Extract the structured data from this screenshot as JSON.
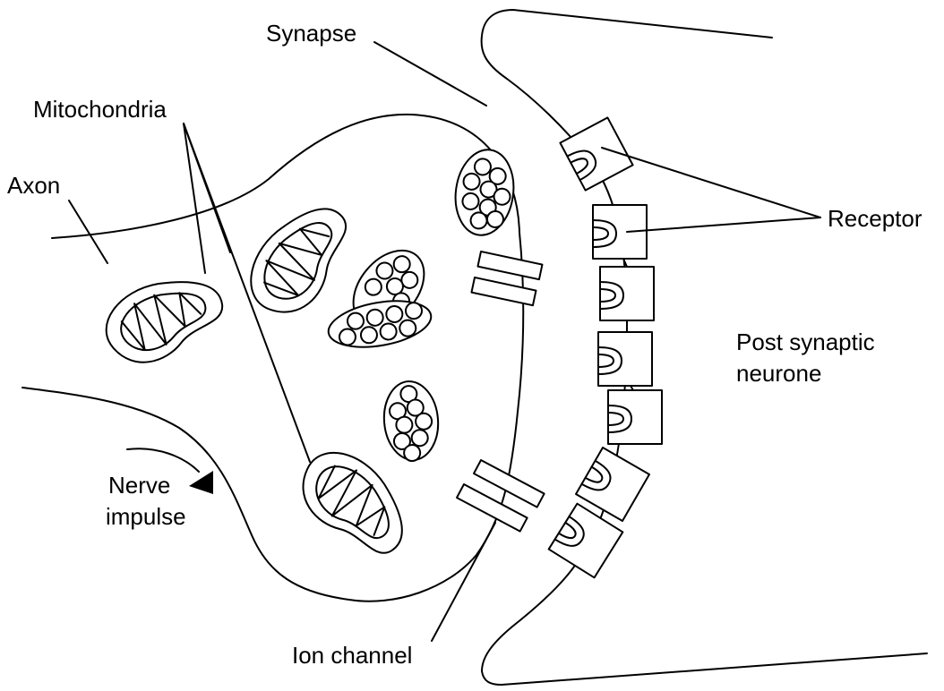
{
  "labels": {
    "synapse": "Synapse",
    "mitochondria": "Mitochondria",
    "axon": "Axon",
    "receptor": "Receptor",
    "post_synaptic_line1": "Post synaptic",
    "post_synaptic_line2": "neurone",
    "nerve_line1": "Nerve",
    "nerve_line2": "impulse",
    "ion_channel": "Ion channel"
  }
}
